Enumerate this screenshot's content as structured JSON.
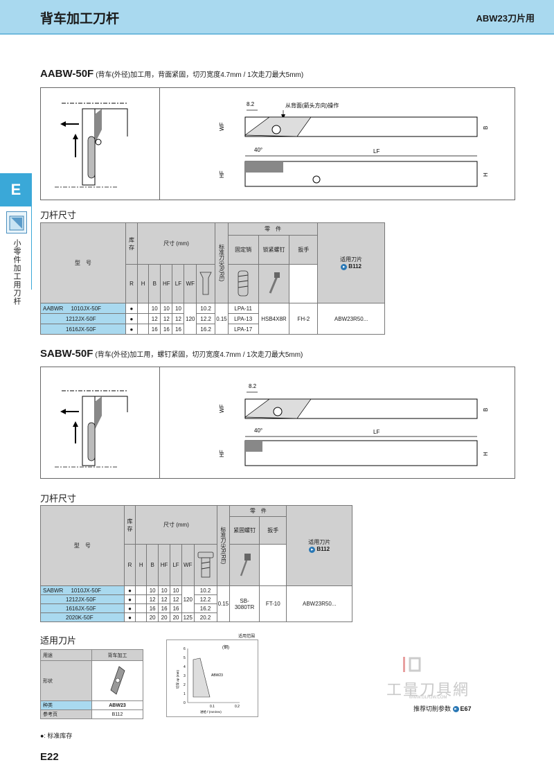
{
  "header": {
    "title": "背车加工刀杆",
    "right": "ABW23刀片用"
  },
  "side": {
    "tab": "E",
    "label": "小零件加工用刀杆"
  },
  "section1": {
    "model": "AABW-50F",
    "desc": "(背车(外径)加工用，背面紧固，切刃宽度4.7mm / 1次走刀最大5mm)",
    "diagram": {
      "dim_top": "8.2",
      "note": "从背面(箭头方向)操作",
      "angle": "40°",
      "lf": "LF",
      "wf": "WF",
      "b": "B",
      "hf": "HF",
      "h": "H"
    },
    "subtitle": "刀杆尺寸",
    "table": {
      "col_model": "型　号",
      "col_stock": "库存",
      "col_dims": "尺寸 (mm)",
      "col_re": "标准刀尖R(RE)",
      "col_parts": "零　件",
      "col_pin": "固定销",
      "col_screw": "锁紧螺钉",
      "col_wrench": "扳手",
      "col_insert": "适用刀片",
      "insert_ref": "B112",
      "dim_heads": [
        "R",
        "H",
        "B",
        "HF",
        "LF",
        "WF"
      ],
      "prefix": "AABWR",
      "rows": [
        {
          "code": "1010JX-50F",
          "stock": "●",
          "h": "10",
          "b": "10",
          "hf": "10",
          "wf": "10.2",
          "pin": "LPA-11"
        },
        {
          "code": "1212JX-50F",
          "stock": "●",
          "h": "12",
          "b": "12",
          "hf": "12",
          "wf": "12.2",
          "pin": "LPA-13"
        },
        {
          "code": "1616JX-50F",
          "stock": "●",
          "h": "16",
          "b": "16",
          "hf": "16",
          "wf": "16.2",
          "pin": "LPA-17"
        }
      ],
      "lf": "120",
      "re": "0.15",
      "screw": "HSB4X8R",
      "wrench": "FH-2",
      "insert": "ABW23R50..."
    }
  },
  "section2": {
    "model": "SABW-50F",
    "desc": "(背车(外径)加工用，螺钉紧固，切刃宽度4.7mm / 1次走刀最大5mm)",
    "diagram": {
      "dim_top": "8.2",
      "angle": "40°",
      "lf": "LF",
      "wf": "WF",
      "b": "B",
      "hf": "HF",
      "h": "H"
    },
    "subtitle": "刀杆尺寸",
    "table": {
      "col_model": "型　号",
      "col_stock": "库存",
      "col_dims": "尺寸 (mm)",
      "col_re": "标准刀尖R(RE)",
      "col_parts": "零　件",
      "col_screw": "紧固螺钉",
      "col_wrench": "扳手",
      "col_insert": "适用刀片",
      "insert_ref": "B112",
      "dim_heads": [
        "R",
        "H",
        "B",
        "HF",
        "LF",
        "WF"
      ],
      "prefix": "SABWR",
      "rows": [
        {
          "code": "1010JX-50F",
          "stock": "●",
          "h": "10",
          "b": "10",
          "hf": "10",
          "lf": "",
          "wf": "10.2"
        },
        {
          "code": "1212JX-50F",
          "stock": "●",
          "h": "12",
          "b": "12",
          "hf": "12",
          "lf": "120",
          "wf": "12.2"
        },
        {
          "code": "1616JX-50F",
          "stock": "●",
          "h": "16",
          "b": "16",
          "hf": "16",
          "lf": "",
          "wf": "16.2"
        },
        {
          "code": "2020K-50F",
          "stock": "●",
          "h": "20",
          "b": "20",
          "hf": "20",
          "lf": "125",
          "wf": "20.2"
        }
      ],
      "re": "0.15",
      "screw": "SB-3080TR",
      "wrench": "FT-10",
      "insert": "ABW23R50..."
    }
  },
  "inserts": {
    "title": "适用刀片",
    "rows": [
      {
        "label": "用途",
        "value": "背车加工"
      },
      {
        "label": "形状",
        "value": ""
      },
      {
        "label": "种类",
        "value": "ABW23"
      },
      {
        "label": "参考页",
        "value": "B112"
      }
    ]
  },
  "range_chart": {
    "caption": "适用范围",
    "material": "(钢)",
    "ylabel": "切深 ap (mm)",
    "xlabel": "进给 f (mm/rev)",
    "series_label": "ABW23",
    "yticks": [
      "0",
      "1",
      "2",
      "3",
      "4",
      "5",
      "6"
    ],
    "xticks": [
      "0.1",
      "0.2"
    ]
  },
  "logo": {
    "text": "工量刀具網",
    "url": "WWW.GLRJW.COM"
  },
  "recommend": {
    "label": "推荐切削参数",
    "ref": "E67"
  },
  "legend": "●: 标准库存",
  "page": "E22"
}
